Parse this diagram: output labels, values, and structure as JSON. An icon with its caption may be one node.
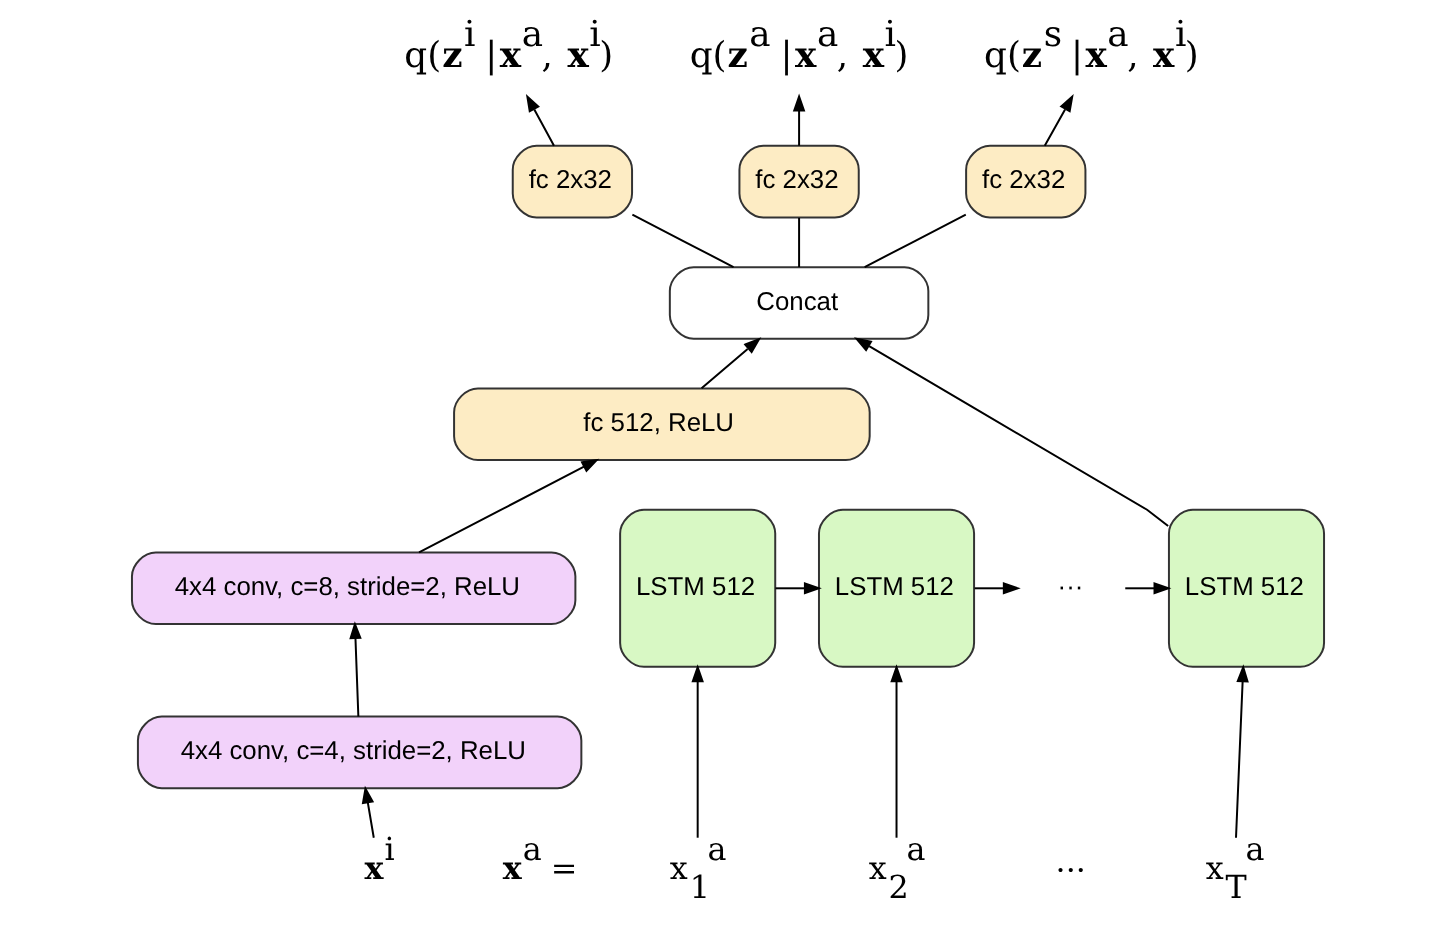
{
  "diagram": {
    "nodes": [
      {
        "text": [
          "q(**z**$^{i}$ |**x**$^{a}$, **x**$^{i}$)"
        ]
      },
      {
        "text": [
          "q(**z**$^{a}$ |**x**$^{a}$, **x**$^{i}$)"
        ]
      },
      {
        "text": [
          "q(**z**$^{s}$ |**x**$^{a}$, **x**$^{i}$)"
        ]
      },
      {
        "text": [
          "fc 2x32"
        ]
      },
      {
        "text": [
          "fc 2x32"
        ]
      },
      {
        "text": [
          "fc 2x32"
        ]
      },
      {
        "text": [
          "Concat"
        ]
      },
      {
        "text": [
          "fc 512, ReLU"
        ]
      },
      {
        "text": [
          "4x4 conv, c=8, stride=2, ReLU"
        ]
      },
      {
        "text": [
          "4x4 conv, c=4, stride=2, ReLU"
        ]
      },
      {
        "text": [
          "**x**$^{i}$"
        ]
      },
      {
        "text": [
          "LSTM 512"
        ]
      },
      {
        "text": [
          "LSTM 512"
        ]
      },
      {
        "text": [
          "···"
        ]
      },
      {
        "text": [
          "LSTM 512"
        ]
      },
      {
        "text": [
          "x$_{1}$$^{a}$"
        ]
      },
      {
        "text": [
          "x$_{2}$$^{a}$"
        ]
      },
      {
        "text": [
          "x$_{T}$$^{a}$"
        ]
      }
    ],
    "edges": [
      {
        "from": 3,
        "to": 0,
        "arrow": "to"
      },
      {
        "from": 4,
        "to": 1,
        "arrow": "to"
      },
      {
        "from": 5,
        "to": 2,
        "arrow": "to"
      },
      {
        "from": 6,
        "to": 3,
        "arrow": "none"
      },
      {
        "from": 6,
        "to": 4,
        "arrow": "none"
      },
      {
        "from": 6,
        "to": 5,
        "arrow": "none"
      },
      {
        "from": 7,
        "to": 6,
        "arrow": "to"
      },
      {
        "from": 14,
        "to": 6,
        "arrow": "to"
      },
      {
        "from": 8,
        "to": 7,
        "arrow": "to"
      },
      {
        "from": 9,
        "to": 8,
        "arrow": "to"
      },
      {
        "from": 10,
        "to": 9,
        "arrow": "to"
      },
      {
        "from": 11,
        "to": 12,
        "arrow": "to"
      },
      {
        "from": 12,
        "to": 13,
        "arrow": "to"
      },
      {
        "from": 13,
        "to": 14,
        "arrow": "to"
      },
      {
        "from": 15,
        "to": 11,
        "arrow": "to"
      },
      {
        "from": 16,
        "to": 12,
        "arrow": "to"
      },
      {
        "from": 17,
        "to": 14,
        "arrow": "to"
      }
    ],
    "labels": [
      "**x**$^{a}$ =",
      "···"
    ]
  }
}
